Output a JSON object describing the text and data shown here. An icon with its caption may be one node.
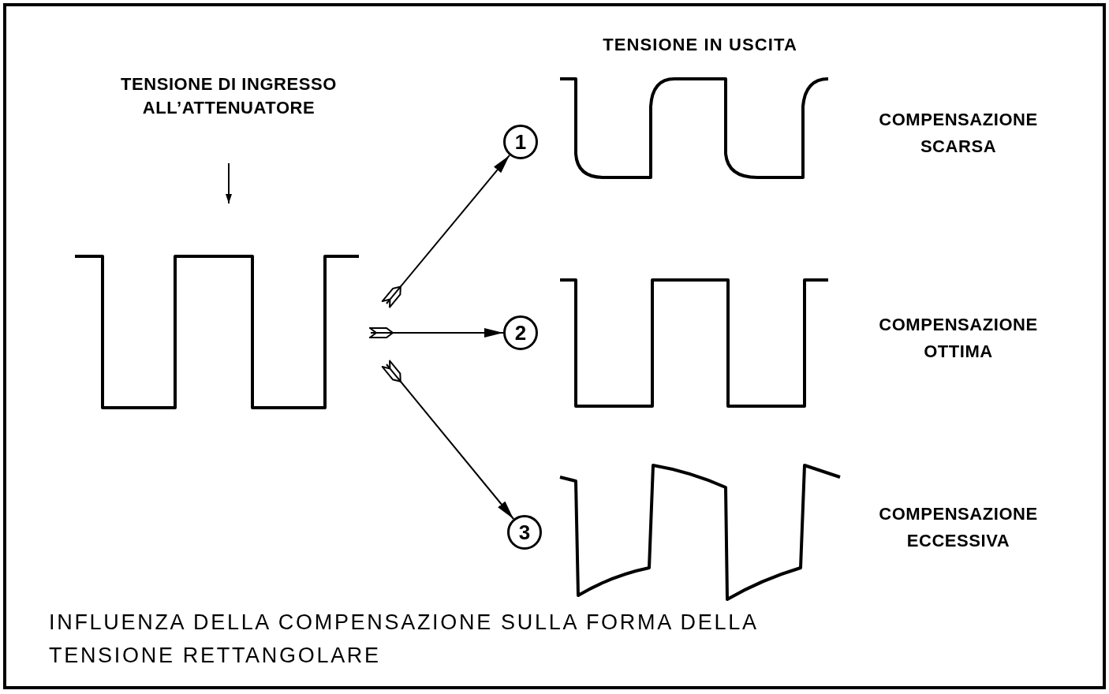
{
  "diagram": {
    "caption": "INFLUENZA DELLA COMPENSAZIONE SULLA FORMA DELLA TENSIONE RETTANGOLARE",
    "nodes": [
      {
        "text": [
          "TENSIONE DI INGRESSO ALL’ATTENUATORE"
        ]
      },
      {
        "text": [],
        "shape": "picture"
      },
      {
        "text": [
          "1"
        ]
      },
      {
        "text": [
          "2"
        ]
      },
      {
        "text": [
          "3"
        ]
      },
      {
        "text": [],
        "shape": "picture",
        "beside": [
          "COMPENSAZIONE SCARSA"
        ]
      },
      {
        "text": [],
        "shape": "picture",
        "beside": [
          "COMPENSAZIONE OTTIMA"
        ]
      },
      {
        "text": [],
        "shape": "picture",
        "beside": [
          "COMPENSAZIONE ECCESSIVA"
        ]
      }
    ],
    "edges": [
      {
        "from": 0,
        "to": 1,
        "arrow": "to"
      },
      {
        "from": 1,
        "to": 2,
        "arrow": "to"
      },
      {
        "from": 1,
        "to": 3,
        "arrow": "to"
      },
      {
        "from": 1,
        "to": 4,
        "arrow": "to"
      }
    ],
    "labels": [
      "TENSIONE IN USCITA"
    ]
  }
}
